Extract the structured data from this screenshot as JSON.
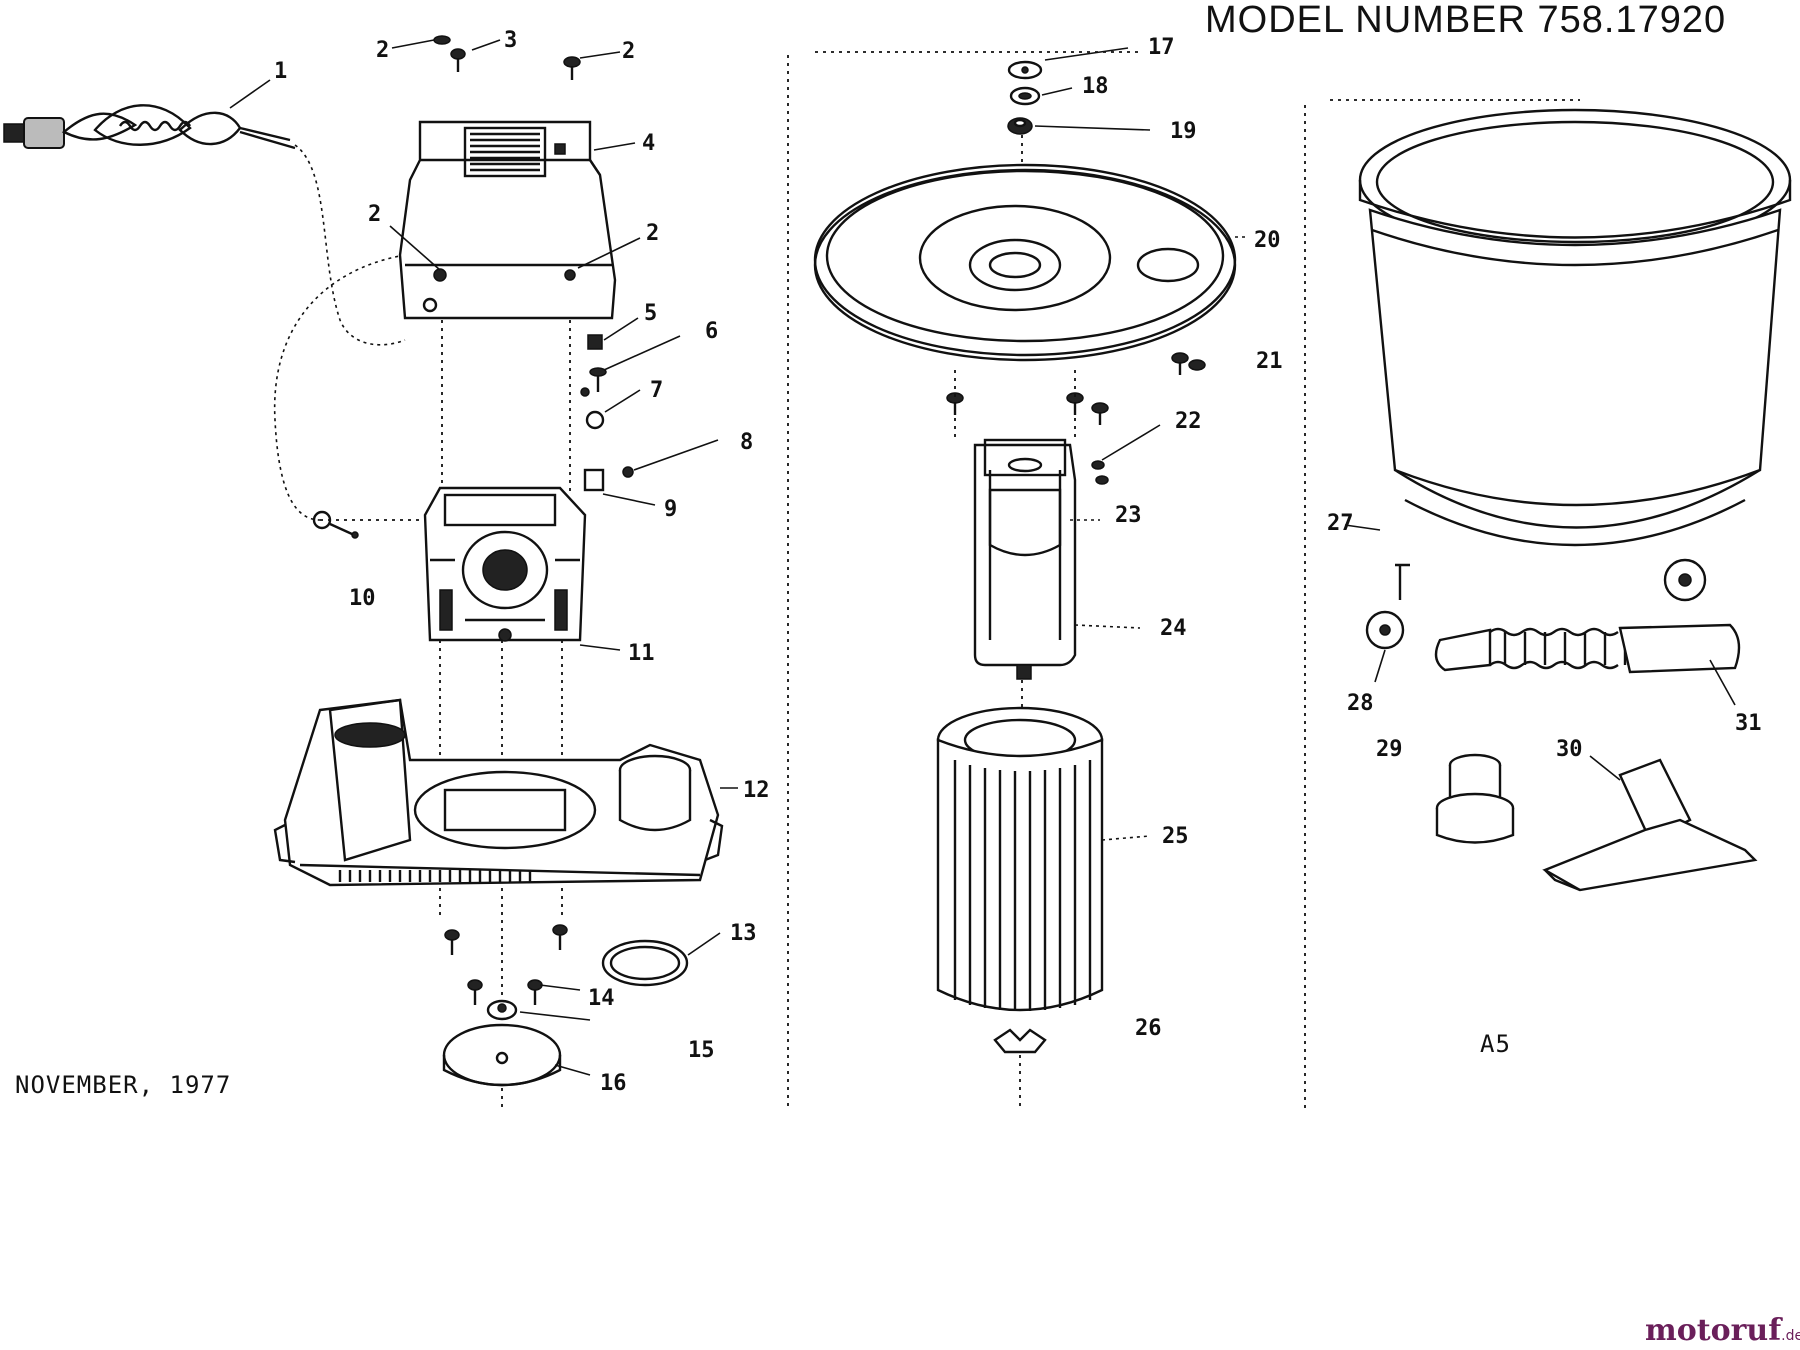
{
  "header": {
    "model_number": "MODEL NUMBER 758.17920"
  },
  "footer": {
    "date": "NOVEMBER, 1977",
    "page_code": "A5"
  },
  "watermark": {
    "brand_main": "motoruf",
    "brand_accent": "",
    "brand_domain": ".de"
  },
  "callouts": [
    {
      "id": "c2a",
      "text": "2"
    },
    {
      "id": "c3",
      "text": "3"
    },
    {
      "id": "c2b",
      "text": "2"
    },
    {
      "id": "c1",
      "text": "1"
    },
    {
      "id": "c4",
      "text": "4"
    },
    {
      "id": "c2c",
      "text": "2"
    },
    {
      "id": "c2d",
      "text": "2"
    },
    {
      "id": "c5",
      "text": "5"
    },
    {
      "id": "c6",
      "text": "6"
    },
    {
      "id": "c7",
      "text": "7"
    },
    {
      "id": "c8",
      "text": "8"
    },
    {
      "id": "c9",
      "text": "9"
    },
    {
      "id": "c10",
      "text": "10"
    },
    {
      "id": "c11",
      "text": "11"
    },
    {
      "id": "c12",
      "text": "12"
    },
    {
      "id": "c13",
      "text": "13"
    },
    {
      "id": "c14",
      "text": "14"
    },
    {
      "id": "c15",
      "text": "15"
    },
    {
      "id": "c16",
      "text": "16"
    },
    {
      "id": "c17",
      "text": "17"
    },
    {
      "id": "c18",
      "text": "18"
    },
    {
      "id": "c19",
      "text": "19"
    },
    {
      "id": "c20",
      "text": "20"
    },
    {
      "id": "c21",
      "text": "21"
    },
    {
      "id": "c22",
      "text": "22"
    },
    {
      "id": "c23",
      "text": "23"
    },
    {
      "id": "c24",
      "text": "24"
    },
    {
      "id": "c25",
      "text": "25"
    },
    {
      "id": "c26",
      "text": "26"
    },
    {
      "id": "c27",
      "text": "27"
    },
    {
      "id": "c28",
      "text": "28"
    },
    {
      "id": "c29",
      "text": "29"
    },
    {
      "id": "c30",
      "text": "30"
    },
    {
      "id": "c31",
      "text": "31"
    }
  ]
}
